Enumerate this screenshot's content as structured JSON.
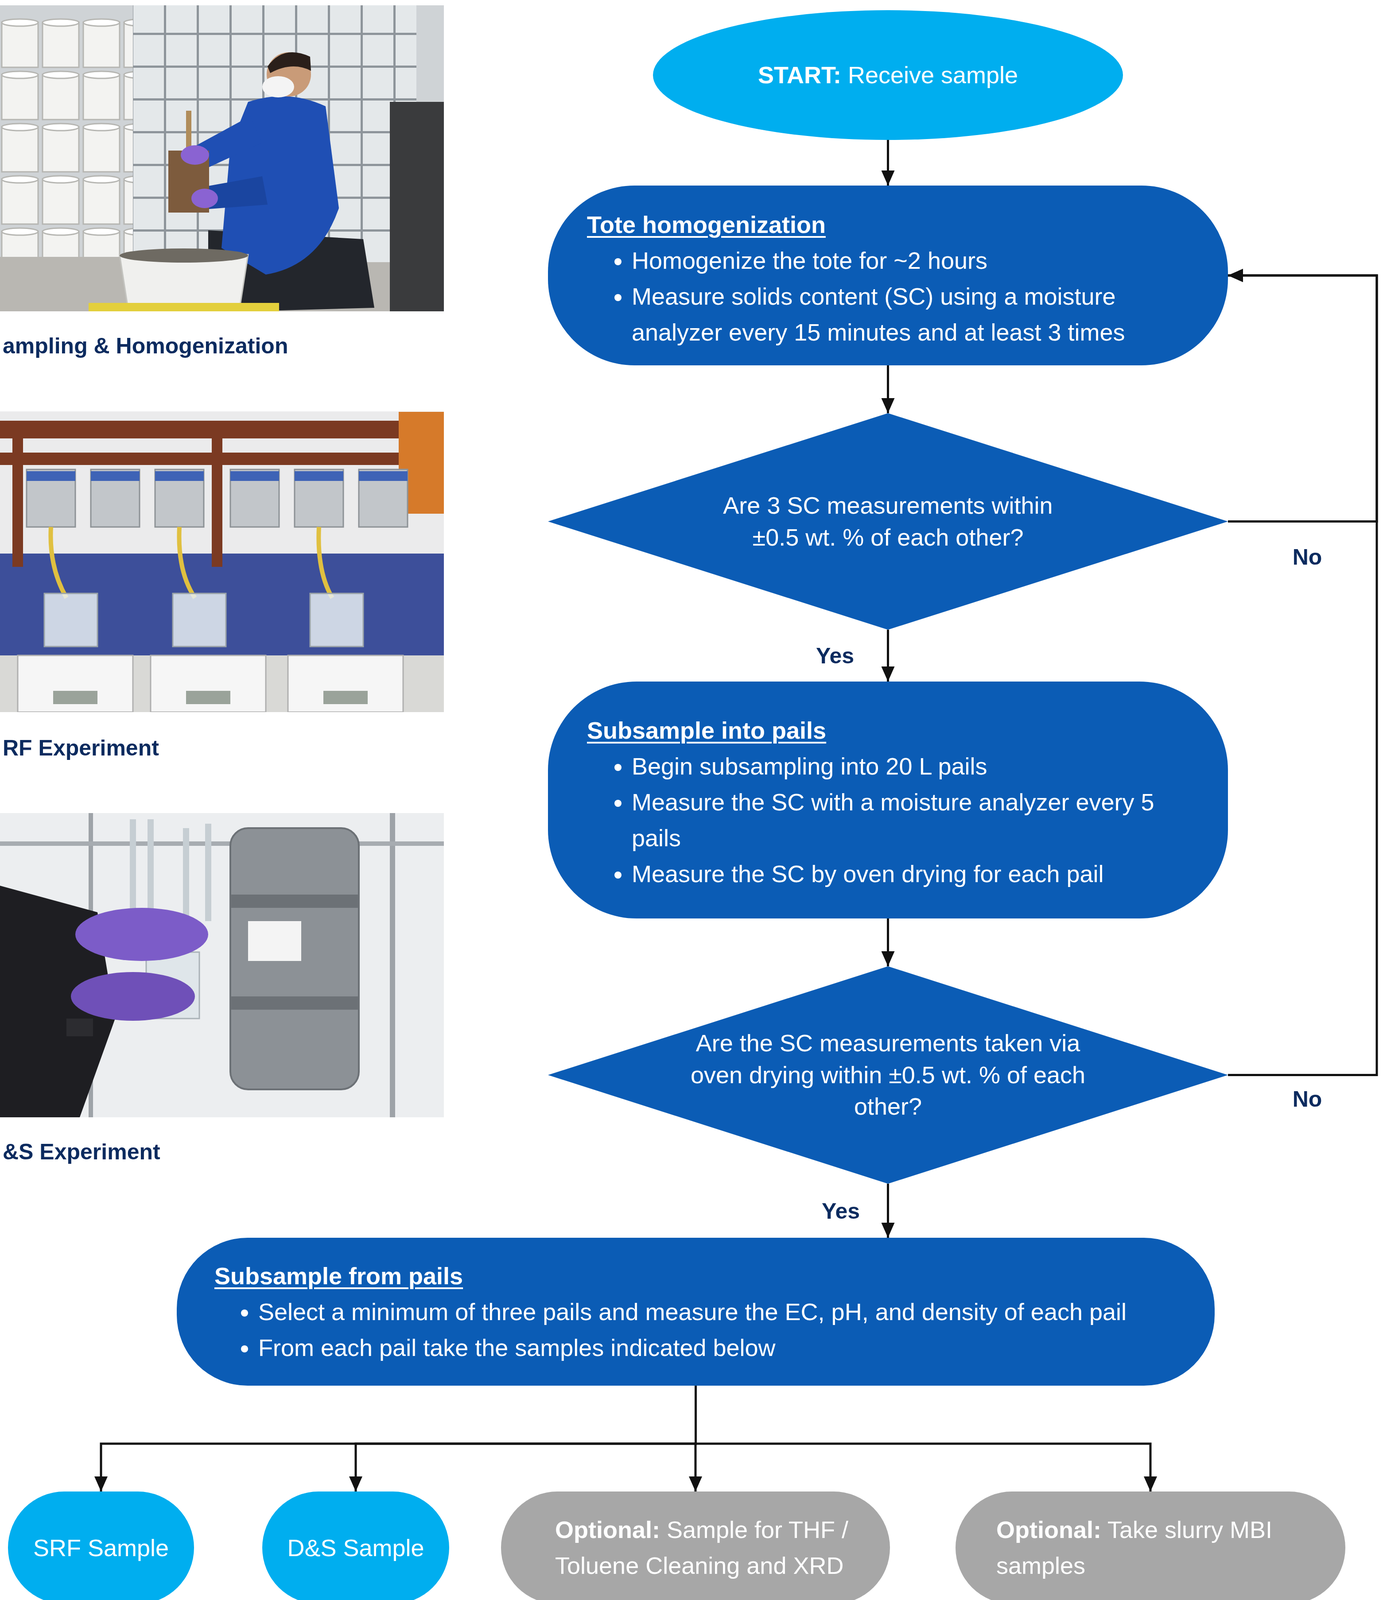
{
  "diagram": {
    "nodes": [
      {
        "text": [
          "START: Receive sample"
        ]
      },
      {
        "text": [
          "Tote homogenization",
          "Homogenize the tote for ~2 hours",
          "Measure solids content (SC) using a moisture analyzer every 15 minutes and at least 3 times"
        ]
      },
      {
        "text": [
          "Are 3 SC measurements within ±0.5 wt. % of each other?"
        ]
      },
      {
        "text": [
          "Subsample into pails",
          "Begin subsampling into 20 L pails",
          "Measure the SC with a moisture analyzer every 5 pails",
          "Measure the SC by oven drying for each pail"
        ]
      },
      {
        "text": [
          "Are the SC measurements taken via oven drying within ±0.5 wt. % of each other?"
        ]
      },
      {
        "text": [
          "Subsample from pails",
          "Select a minimum of three pails and measure the EC, pH, and density of each pail",
          "From each pail take the samples indicated below"
        ]
      },
      {
        "text": [
          "SRF Sample"
        ]
      },
      {
        "text": [
          "D&S Sample"
        ]
      },
      {
        "text": [
          "Optional: Sample for THF / Toluene Cleaning and XRD"
        ]
      },
      {
        "text": [
          "Optional: Take slurry MBI samples"
        ]
      }
    ],
    "edges": [
      {
        "from": 0,
        "to": 1,
        "arrow": "to"
      },
      {
        "from": 1,
        "to": 2,
        "arrow": "to"
      },
      {
        "from": 2,
        "to": 3,
        "label": "Yes",
        "arrow": "to"
      },
      {
        "from": 2,
        "to": 1,
        "label": "No",
        "arrow": "to"
      },
      {
        "from": 3,
        "to": 4,
        "arrow": "to"
      },
      {
        "from": 4,
        "to": 5,
        "label": "Yes",
        "arrow": "to"
      },
      {
        "from": 4,
        "to": 1,
        "label": "No",
        "arrow": "to"
      },
      {
        "from": 5,
        "to": 6,
        "arrow": "to"
      },
      {
        "from": 5,
        "to": 7,
        "arrow": "to"
      },
      {
        "from": 5,
        "to": 8,
        "arrow": "to"
      },
      {
        "from": 5,
        "to": 9,
        "arrow": "to"
      }
    ],
    "labels": [
      "ampling & Homogenization",
      "RF Experiment",
      "&S Experiment"
    ]
  }
}
